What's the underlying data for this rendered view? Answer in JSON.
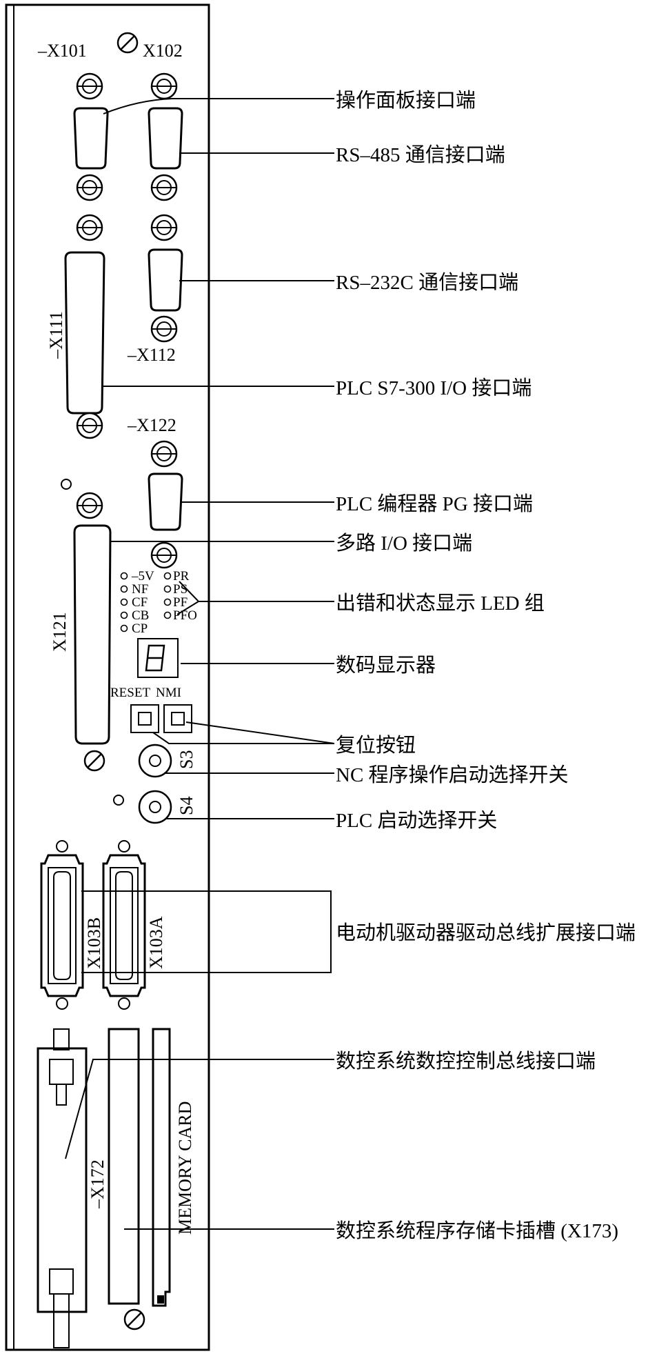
{
  "panel": {
    "ports": {
      "x101": "–X101",
      "x102": "X102",
      "x111": "–X111",
      "x112": "–X112",
      "x122": "–X122",
      "x121": "X121",
      "x103b": "X103B",
      "x103a": "X103A",
      "x172": "–X172",
      "memory_card": "MEMORY CARD"
    },
    "leds_left": [
      "–5V",
      "NF",
      "CF",
      "CB",
      "CP"
    ],
    "leds_right": [
      "PR",
      "PS",
      "PF",
      "PFO"
    ],
    "buttons": {
      "reset": "RESET",
      "nmi": "NMI"
    },
    "switches": {
      "s3": "S3",
      "s4": "S4"
    }
  },
  "callouts": [
    "操作面板接口端",
    "RS–485 通信接口端",
    "RS–232C 通信接口端",
    "PLC S7-300 I/O 接口端",
    "PLC 编程器 PG 接口端",
    "多路 I/O 接口端",
    "出错和状态显示 LED 组",
    "数码显示器",
    "复位按钮",
    "NC 程序操作启动选择开关",
    "PLC 启动选择开关",
    "电动机驱动器驱动总线扩展接口端",
    "数控系统数控控制总线接口端",
    "数控系统程序存储卡插槽 (X173)"
  ]
}
